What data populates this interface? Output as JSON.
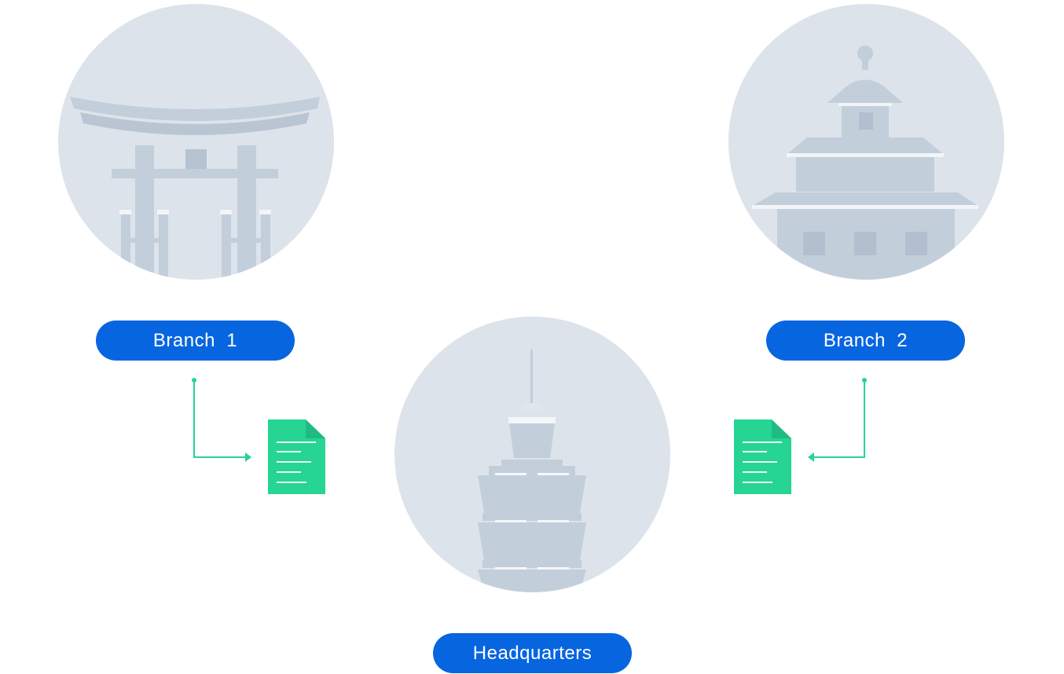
{
  "nodes": {
    "branch1": {
      "label": "Branch  1",
      "illustration": "torii-gate-icon"
    },
    "branch2": {
      "label": "Branch  2",
      "illustration": "temple-pavilion-icon"
    },
    "headquarters": {
      "label": "Headquarters",
      "illustration": "tower-icon"
    }
  },
  "colors": {
    "pill": "#0865e0",
    "circle": "#dce3ea",
    "building": "#c3cedb",
    "building_dark": "#aebccc",
    "connector": "#26d494",
    "document": "#26d494"
  },
  "connectors": [
    {
      "from": "Branch  1",
      "to": "document-1",
      "arrow": "right"
    },
    {
      "from": "Branch  2",
      "to": "document-2",
      "arrow": "left"
    }
  ]
}
